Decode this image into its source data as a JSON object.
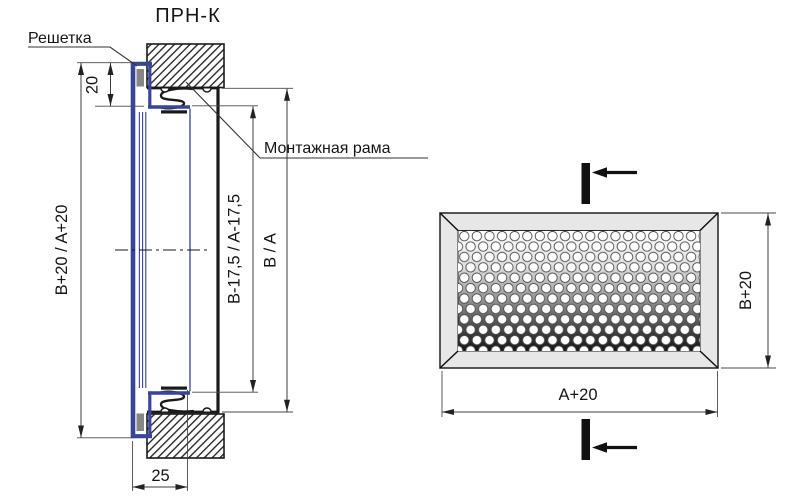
{
  "drawing": {
    "title": "ПРН-К",
    "labels": {
      "grille": "Решетка",
      "mounting_frame": "Монтажная рама"
    },
    "section_dims": {
      "flange": "20",
      "overall": "B+20 / A+20",
      "cutout": "B-17,5 / A-17,5",
      "duct": "B / A",
      "depth": "25"
    },
    "front_dims": {
      "height": "B+20",
      "width": "A+20"
    },
    "colors": {
      "grille_blue": "#3a4499",
      "line_black": "#1a1a1a",
      "frame_gray": "#e7e7e7",
      "screw_gray": "#868686"
    }
  }
}
